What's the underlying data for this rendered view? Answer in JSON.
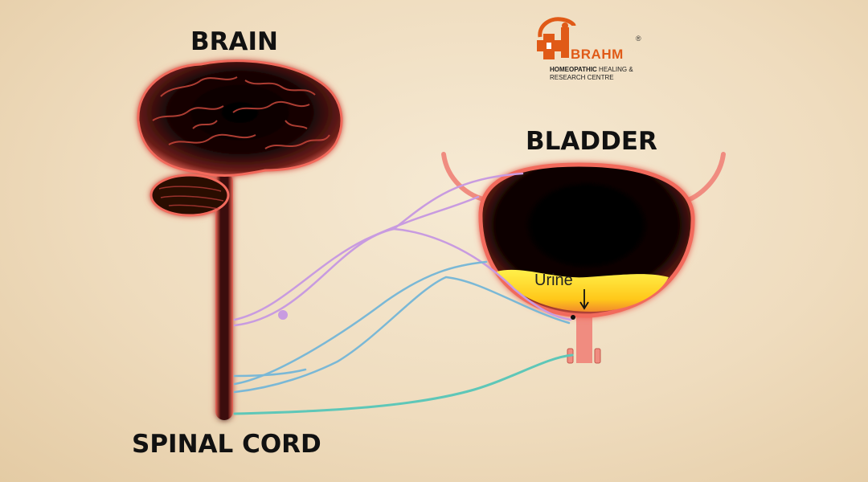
{
  "labels": {
    "brain": "BRAIN",
    "bladder": "BLADDER",
    "spinal_cord": "SPINAL CORD",
    "urine": "Urine"
  },
  "logo": {
    "name": "BRAHM",
    "registered": "®",
    "tagline_bold": "HOMEOPATHIC",
    "tagline_rest": " HEALING &",
    "tagline_line2": "RESEARCH CENTRE"
  },
  "colors": {
    "background": "#efdcbe",
    "organ_glow": "#f26a5c",
    "organ_dark": "#000000",
    "urine": "#ffd21a",
    "nerve_purple": "#c89be0",
    "nerve_blue": "#7ab8d6",
    "nerve_teal": "#5ec7b8",
    "logo_orange": "#e05a17"
  }
}
